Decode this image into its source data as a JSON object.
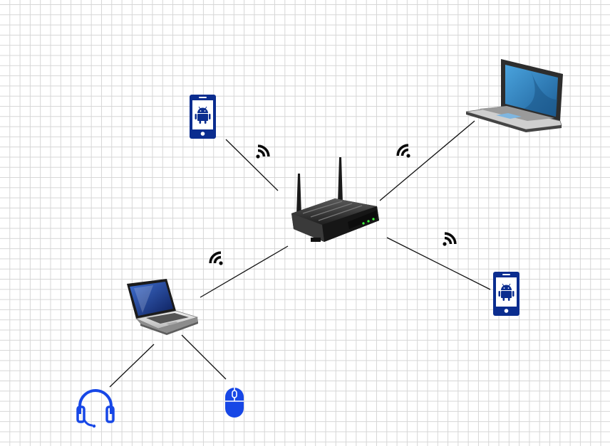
{
  "diagram": {
    "nodes": [
      {
        "id": "router",
        "icon": "wireless-router-icon"
      },
      {
        "id": "phone-top-left",
        "icon": "android-smartphone-icon"
      },
      {
        "id": "laptop-top-right",
        "icon": "laptop-icon"
      },
      {
        "id": "phone-bottom-right",
        "icon": "android-smartphone-icon"
      },
      {
        "id": "laptop-left",
        "icon": "laptop-icon"
      },
      {
        "id": "headset",
        "icon": "headset-icon"
      },
      {
        "id": "mouse",
        "icon": "mouse-icon"
      }
    ],
    "links": [
      {
        "from": "router",
        "to": "phone-top-left",
        "type": "wireless"
      },
      {
        "from": "router",
        "to": "laptop-top-right",
        "type": "wireless"
      },
      {
        "from": "router",
        "to": "phone-bottom-right",
        "type": "wireless"
      },
      {
        "from": "router",
        "to": "laptop-left",
        "type": "wireless"
      },
      {
        "from": "laptop-left",
        "to": "headset",
        "type": "wired"
      },
      {
        "from": "laptop-left",
        "to": "mouse",
        "type": "wired"
      }
    ]
  },
  "colors": {
    "device_blue": "#0b2d8f",
    "accessory_blue": "#1747e6",
    "line": "#111111",
    "wifi": "#0a0a0a",
    "router_body": "#2b2b2b",
    "laptop_screen": "#2f86c8"
  }
}
